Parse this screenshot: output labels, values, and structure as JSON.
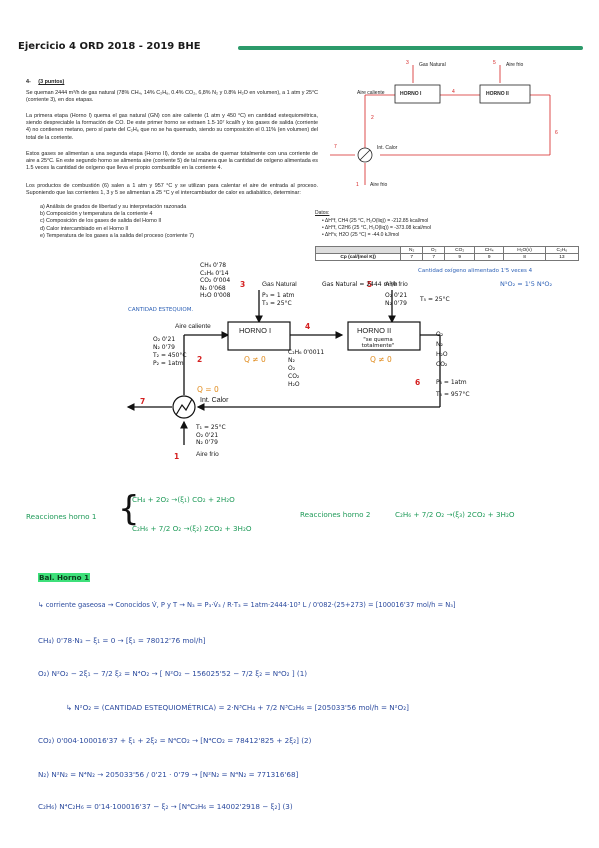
{
  "header": {
    "title": "Ejercicio 4  ORD 2018 - 2019  BHE"
  },
  "problem": {
    "number": "4-",
    "points": "(3 puntos)",
    "p1": "Se queman 2444 m³/h de gas natural (78% CH₄, 14% C₂H₆, 0.4% CO₂, 6,8% N₂ y 0.8% H₂O en volumen), a 1 atm y 25°C (corriente 3), en dos etapas.",
    "p2": "La primera etapa (Horno I) quema el gas natural (GN) con aire caliente (1 atm y 450 °C) en cantidad estequiométrica, siendo despreciable la formación de CO. De este primer horno se extraen 1.5·10⁷ kcal/h y los gases de salida (corriente 4) no contienen metano, pero sí parte del C₂H₆ que no se ha quemado, siendo su composición el 0.11% (en volumen) del total de la corriente.",
    "p3": "Estos gases se alimentan a una segunda etapa (Horno II), donde se acaba de quemar totalmente con una corriente de aire a 25°C. En este segundo horno se alimenta aire (corriente 5) de tal manera que la cantidad de oxígeno alimentada es 1.5 veces la cantidad de oxígeno que lleva el propio combustible en la corriente 4.",
    "p4": "Los productos de combustión (6) salen a 1 atm y 957 °C y se utilizan para calentar el aire de entrada al proceso. Suponiendo que las corrientes 1, 3 y 5 se alimentan a 25 °C y el intercambiador de calor es adiabático, determinar:",
    "questions": [
      "a)   Análisis de grados de libertad y su interpretación razonada",
      "b)   Composición y temperatura de la corriente 4",
      "c)   Composición de los gases de salida del Horno II",
      "d)   Calor intercambiado en el Horno II",
      "e)   Temperatura de los gases a la salida del proceso (corriente 7)"
    ]
  },
  "small_diagram": {
    "gas_natural": "Gas Natural",
    "aire_frio_top": "Aire frio",
    "aire_caliente": "Aire caliente",
    "horno1": "HORNO I",
    "horno2": "HORNO II",
    "int_calor": "Int. Calor",
    "aire_frio_bottom": "Aire frio",
    "n3": "3",
    "n5": "5",
    "n4": "4",
    "n2": "2",
    "n6": "6",
    "n7": "7",
    "n1": "1"
  },
  "datos": {
    "title": "Datos:",
    "items": [
      "ΔH°f, CH4 (25 °C, H₂O(liq)) = -212.85 kcal/mol",
      "ΔH°f, C2H6 (25 °C, H₂O(liq)) = -373.08 kcal/mol",
      "ΔH°v, H2O (25 °C) = -44.0 kJ/mol"
    ],
    "table_headers": [
      "",
      "N₂",
      "O₂",
      "CO₂",
      "CH₄",
      "H₂O(v)",
      "C₂H₆"
    ],
    "table_row": [
      "Cp (cal/(mol K))",
      "7",
      "7",
      "9",
      "9",
      "8",
      "13"
    ]
  },
  "annotations": {
    "oxygen_note": "Cantidad oxígeno alimentado 1'5 veces 4",
    "oxygen_formula": "N⁵O₂ = 1'5 N⁴O₂",
    "stream3_comp": [
      "CH₄ 0'78",
      "C₂H₆ 0'14",
      "CO₂ 0'004",
      "N₂ 0'068",
      "H₂O 0'008"
    ],
    "cantidad_esteq": "CANTIDAD ESTEQUIOM.",
    "stream2_comp": [
      "O₂ 0'21",
      "N₂ 0'79",
      "T₂ = 450°C",
      "P₂ = 1atm"
    ],
    "gas_natural_flow": "Gas Natural = 2444 m³/h",
    "p3": "P₃ = 1 atm",
    "t3": "T₃ = 25°C",
    "stream5_comp": [
      "O₂ 0'21",
      "N₂ 0'79"
    ],
    "t5": "T₅ = 25°C",
    "stream4_comp": [
      "C₂H₆ 0'0011",
      "N₂",
      "O₂",
      "CO₂",
      "H₂O"
    ],
    "se_quema": "\"se quema totalmente\"",
    "stream6_comp": [
      "O₂",
      "N₂",
      "H₂O",
      "CO₂"
    ],
    "p6": "P₆ = 1atm",
    "t6": "T₆ = 957°C",
    "q_horno1": "Q ≠ 0",
    "q_horno2": "Q ≠ 0",
    "q_int": "Q = 0",
    "stream1_comp": [
      "T₁ = 25°C",
      "O₂ 0'21",
      "N₂ 0'79"
    ]
  },
  "big_diagram": {
    "gas_natural": "Gas Natural",
    "aire_frio_top": "Aire frío",
    "aire_caliente": "Aire caliente",
    "horno1": "HORNO I",
    "horno2": "HORNO II",
    "int_calor": "Int. Calor",
    "aire_frio_bottom": "Aire frío",
    "n3": "3",
    "n5": "5",
    "n4": "4",
    "n2": "2",
    "n6": "6",
    "n7": "7",
    "n1": "1"
  },
  "reactions": {
    "label1": "Reacciones horno 1",
    "r1a": "CH₄ + 2O₂ →(ξ₁) CO₂ + 2H₂O",
    "r1b": "C₂H₆ + 7/2 O₂ →(ξ₂) 2CO₂ + 3H₂O",
    "label2": "Reacciones horno 2",
    "r2": "C₂H₆ + 7/2 O₂ →(ξ₃) 2CO₂ + 3H₂O"
  },
  "solution": {
    "heading": "Bal. Horno 1",
    "l1": "↳ corriente gaseosa → Conocidos V̇, P y T → N₃ = P₃·V̇₃ / R·T₃ = 1atm·2444·10³ L / 0'082·(25+273) = [100016'37 mol/h = N₃]",
    "l2": "CH₄)  0'78·N₃ − ξ₁ = 0 → [ξ₁ = 78012'76 mol/h]",
    "l3": "O₂)  N²O₂ − 2ξ₁ − 7/2 ξ₂ = N⁴O₂ → [ N²O₂ − 156025'52 − 7/2 ξ₂ = N⁴O₂ ] (1)",
    "l4": "↳ N²O₂ = (CANTIDAD ESTEQUIOMÉTRICA) = 2·N³CH₄ + 7/2 N³C₂H₆ = [205033'56 mol/h = N²O₂]",
    "l5": "CO₂)  0'004·100016'37 + ξ₁ + 2ξ₂ = N⁴CO₂ → [N⁴CO₂ = 78412'825 + 2ξ₂] (2)",
    "l6": "N₂)  N²N₂ = N⁴N₂ → 205033'56 / 0'21 · 0'79 → [N²N₂ = N⁴N₂ = 771316'68]",
    "l7": "C₂H₆)  N⁴C₂H₆ = 0'14·100016'37 − ξ₂ → [N⁴C₂H₆ = 14002'2918 − ξ₂] (3)"
  }
}
